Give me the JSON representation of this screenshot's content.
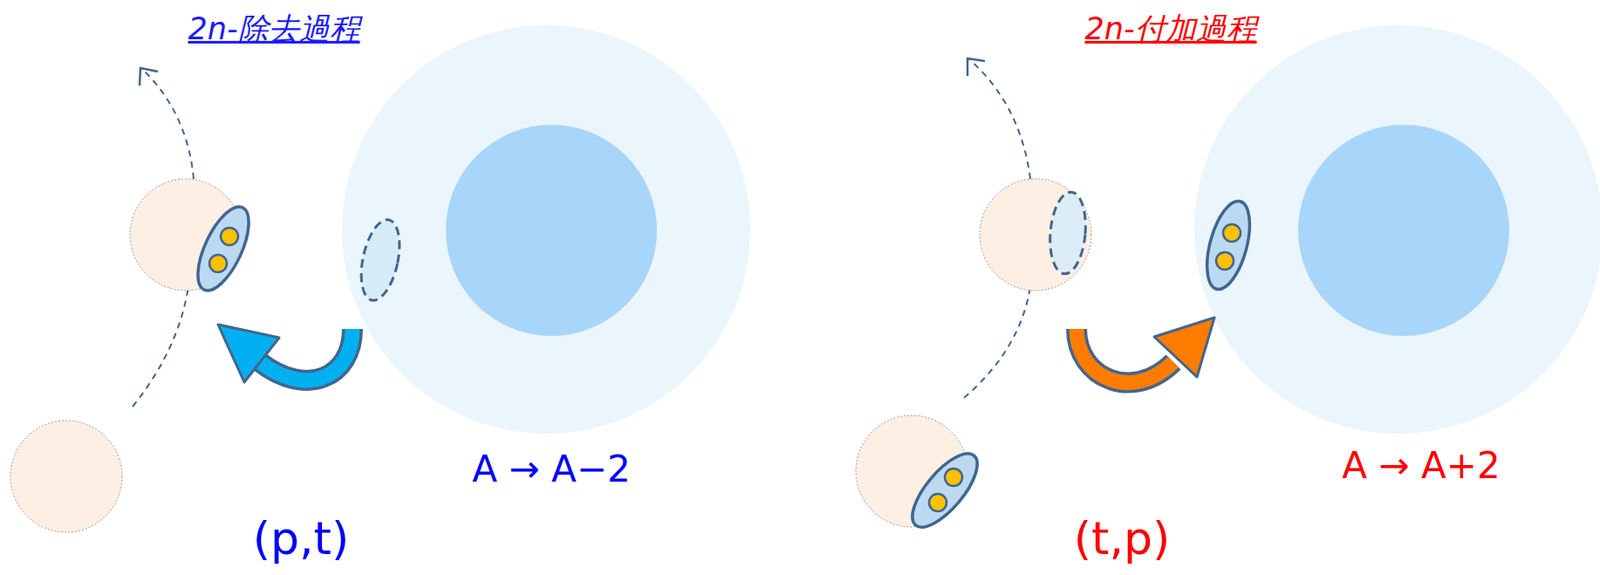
{
  "diagram": {
    "labels": [
      "2n-除去過程",
      "A → A−2",
      "(p,t)",
      "2n-付加過程",
      "A → A+2",
      "(t,p)"
    ]
  }
}
